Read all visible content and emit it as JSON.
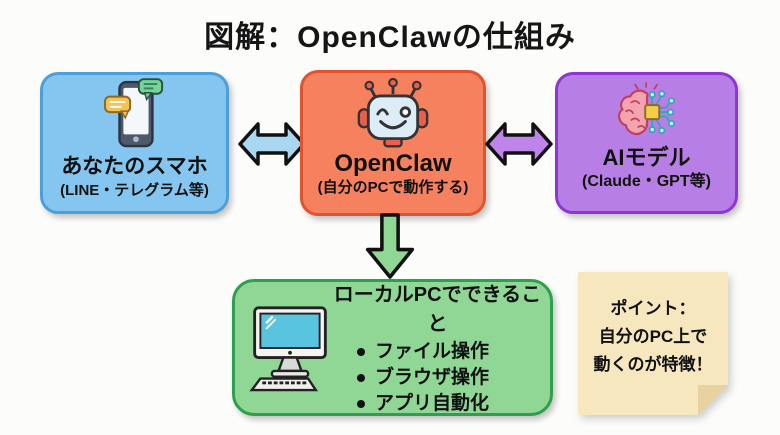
{
  "title": "図解：OpenClawの仕組み",
  "nodes": {
    "phone": {
      "title": "あなたのスマホ",
      "subtitle": "(LINE・テレグラム等)",
      "fill": "#85C6F0",
      "border": "#4D9FD9",
      "icon": "smartphone-chat-icon"
    },
    "openclaw": {
      "title": "OpenClaw",
      "subtitle": "(自分のPCで動作する)",
      "fill": "#F5815F",
      "border": "#E0532F",
      "icon": "robot-icon"
    },
    "ai": {
      "title": "AIモデル",
      "subtitle": "(Claude・GPT等)",
      "fill": "#B77FE5",
      "border": "#8F35D0",
      "icon": "brain-circuit-icon"
    },
    "local_pc": {
      "title": "ローカルPCでできること",
      "items": [
        "ファイル操作",
        "ブラウザ操作",
        "アプリ自動化"
      ],
      "fill": "#90D795",
      "border": "#2F9E4D",
      "icon": "desktop-computer-icon"
    }
  },
  "note": {
    "lines": [
      "ポイント：",
      "自分のPC上で",
      "動くのが特徴！"
    ],
    "fill": "#F6E7BE",
    "fold": "#E7D2A0"
  },
  "arrows": {
    "phone_openclaw": {
      "direction": "bidirectional-horizontal",
      "fill": "#A9D7F2"
    },
    "openclaw_ai": {
      "direction": "bidirectional-horizontal",
      "fill": "#BE84EA"
    },
    "openclaw_localpc": {
      "direction": "down",
      "fill": "#90D795"
    }
  }
}
